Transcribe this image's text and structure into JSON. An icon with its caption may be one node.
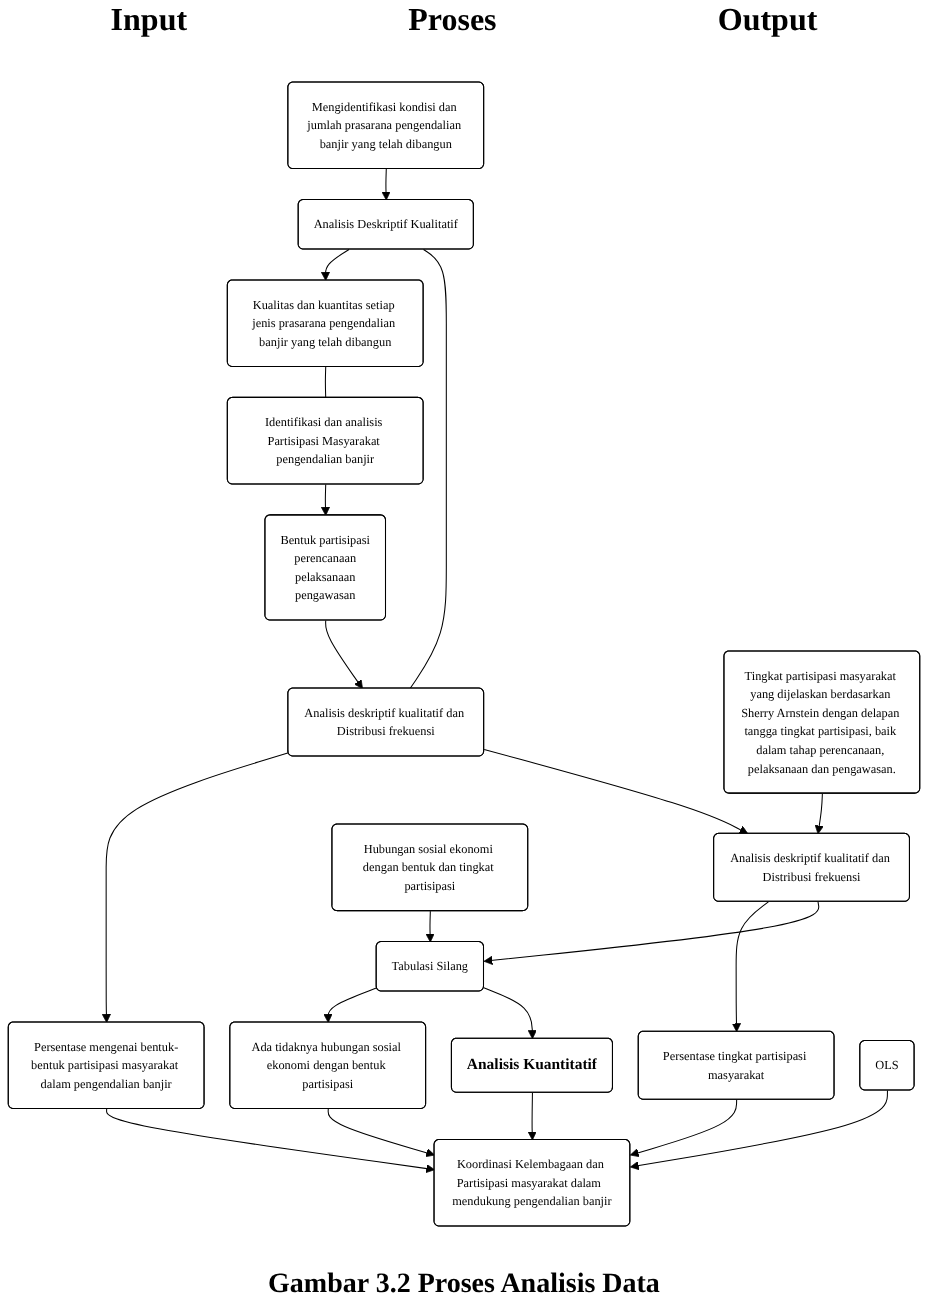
{
  "diagram": {
    "caption": "Gambar 3.2 Proses Analisis Data",
    "nodes": [
      {
        "text": [
          "Mengidentifikasi kondisi dan jumlah prasarana pengendalian banjir yang telah dibangun"
        ]
      },
      {
        "text": [
          "Analisis Deskriptif Kualitatif"
        ]
      },
      {
        "text": [
          "Kualitas dan kuantitas setiap jenis prasarana pengendalian banjir yang telah dibangun"
        ]
      },
      {
        "text": [
          "Identifikasi dan analisis Partisipasi Masyarakat pengendalian banjir"
        ]
      },
      {
        "text": [
          "Bentuk partisipasi",
          "perencanaan",
          "pelaksanaan",
          "pengawasan"
        ]
      },
      {
        "text": [
          "Analisis deskriptif kualitatif dan Distribusi frekuensi"
        ]
      },
      {
        "text": [
          "Persentase mengenai bentuk-bentuk partisipasi masyarakat dalam pengendalian banjir"
        ]
      },
      {
        "text": [
          "Tingkat partisipasi masyarakat yang dijelaskan berdasarkan Sherry Arnstein dengan delapan tangga tingkat partisipasi, baik dalam tahap perencanaan, pelaksanaan dan pengawasan."
        ]
      },
      {
        "text": [
          "Analisis deskriptif kualitatif dan Distribusi frekuensi"
        ]
      },
      {
        "text": [
          "Persentase tingkat partisipasi masyarakat"
        ]
      },
      {
        "text": [
          "Hubungan sosial ekonomi dengan bentuk dan tingkat partisipasi"
        ]
      },
      {
        "text": [
          "Tabulasi Silang"
        ]
      },
      {
        "text": [
          "Ada tidaknya hubungan sosial ekonomi dengan bentuk partisipasi"
        ]
      },
      {
        "text": [
          "Analisis Kuantitatif"
        ]
      },
      {
        "text": [
          "OLS"
        ]
      },
      {
        "text": [
          "Koordinasi Kelembagaan dan Partisipasi masyarakat dalam  mendukung pengendalian banjir"
        ]
      }
    ],
    "edges": [
      {
        "from": 0,
        "to": 1,
        "arrow": "to"
      },
      {
        "from": 1,
        "to": 2,
        "arrow": "to"
      },
      {
        "from": 2,
        "to": 3,
        "arrow": "none"
      },
      {
        "from": 1,
        "to": 5,
        "arrow": "none"
      },
      {
        "from": 3,
        "to": 4,
        "arrow": "to"
      },
      {
        "from": 4,
        "to": 5,
        "arrow": "to"
      },
      {
        "from": 5,
        "to": 6,
        "arrow": "to"
      },
      {
        "from": 5,
        "to": 8,
        "arrow": "to"
      },
      {
        "from": 7,
        "to": 8,
        "arrow": "to"
      },
      {
        "from": 8,
        "to": 9,
        "arrow": "to"
      },
      {
        "from": 8,
        "to": 11,
        "arrow": "to"
      },
      {
        "from": 10,
        "to": 11,
        "arrow": "to"
      },
      {
        "from": 11,
        "to": 12,
        "arrow": "to"
      },
      {
        "from": 11,
        "to": 13,
        "arrow": "to"
      },
      {
        "from": 13,
        "to": 15,
        "arrow": "to"
      },
      {
        "from": 14,
        "to": 15,
        "arrow": "to"
      },
      {
        "from": 6,
        "to": 15,
        "arrow": "to"
      },
      {
        "from": 9,
        "to": 15,
        "arrow": "to"
      },
      {
        "from": 12,
        "to": 15,
        "arrow": "to"
      }
    ],
    "labels": [
      "Input",
      "Proses",
      "Output"
    ]
  }
}
